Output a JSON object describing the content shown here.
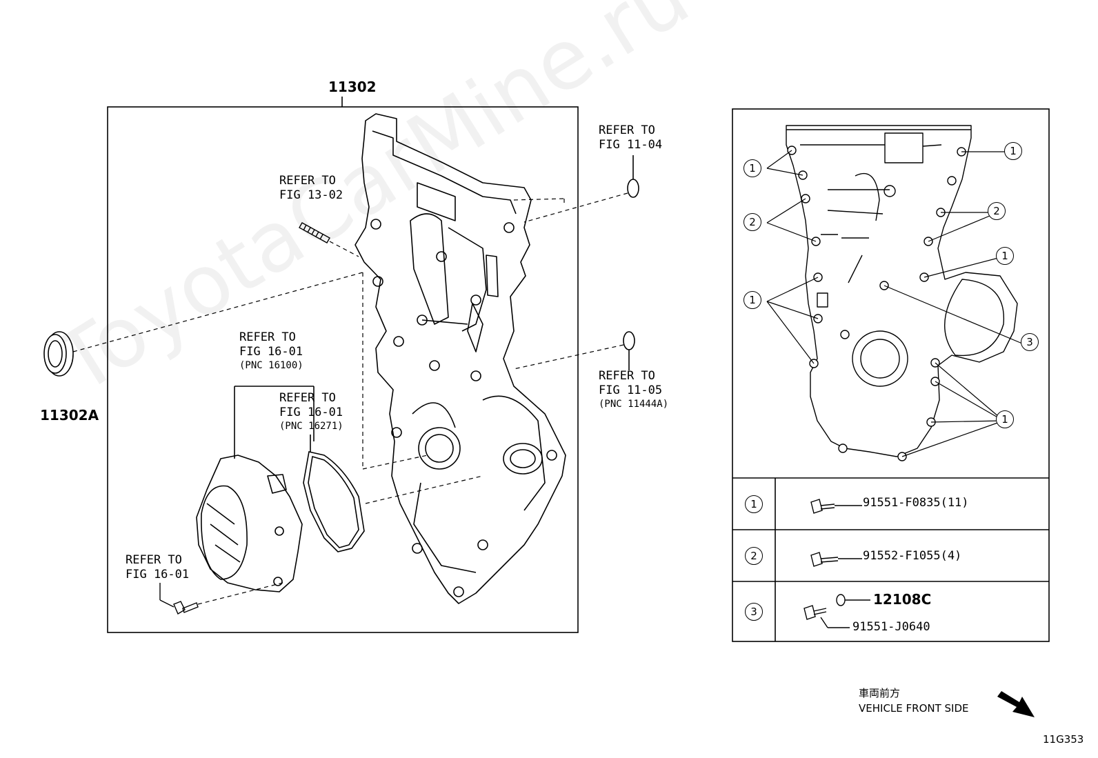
{
  "diagram_code": "11G353",
  "watermark": "ToyotaCarMine.ru",
  "main_part": "11302",
  "seal_part": "11302A",
  "refs": {
    "o_ring_top": [
      "REFER TO",
      "FIG 11-04"
    ],
    "stud": [
      "REFER TO",
      "FIG 13-02"
    ],
    "o_ring_bottom": [
      "REFER TO",
      "FIG 11-05",
      "(PNC 11444A)"
    ],
    "water_pump": [
      "REFER TO",
      "FIG 16-01",
      "(PNC 16100)"
    ],
    "gasket": [
      "REFER TO",
      "FIG 16-01",
      "(PNC 16271)"
    ],
    "pump_bolt": [
      "REFER TO",
      "FIG 16-01"
    ]
  },
  "callouts": [
    "1",
    "1",
    "2",
    "2",
    "1",
    "1",
    "3",
    "1"
  ],
  "legend": [
    {
      "index": "1",
      "part": "91551-F0835(11)"
    },
    {
      "index": "2",
      "part": "91552-F1055(4)"
    },
    {
      "index": "3",
      "part": "12108C",
      "part2": "91551-J0640"
    }
  ],
  "direction": {
    "jp": "車両前方",
    "en": "VEHICLE FRONT SIDE"
  }
}
